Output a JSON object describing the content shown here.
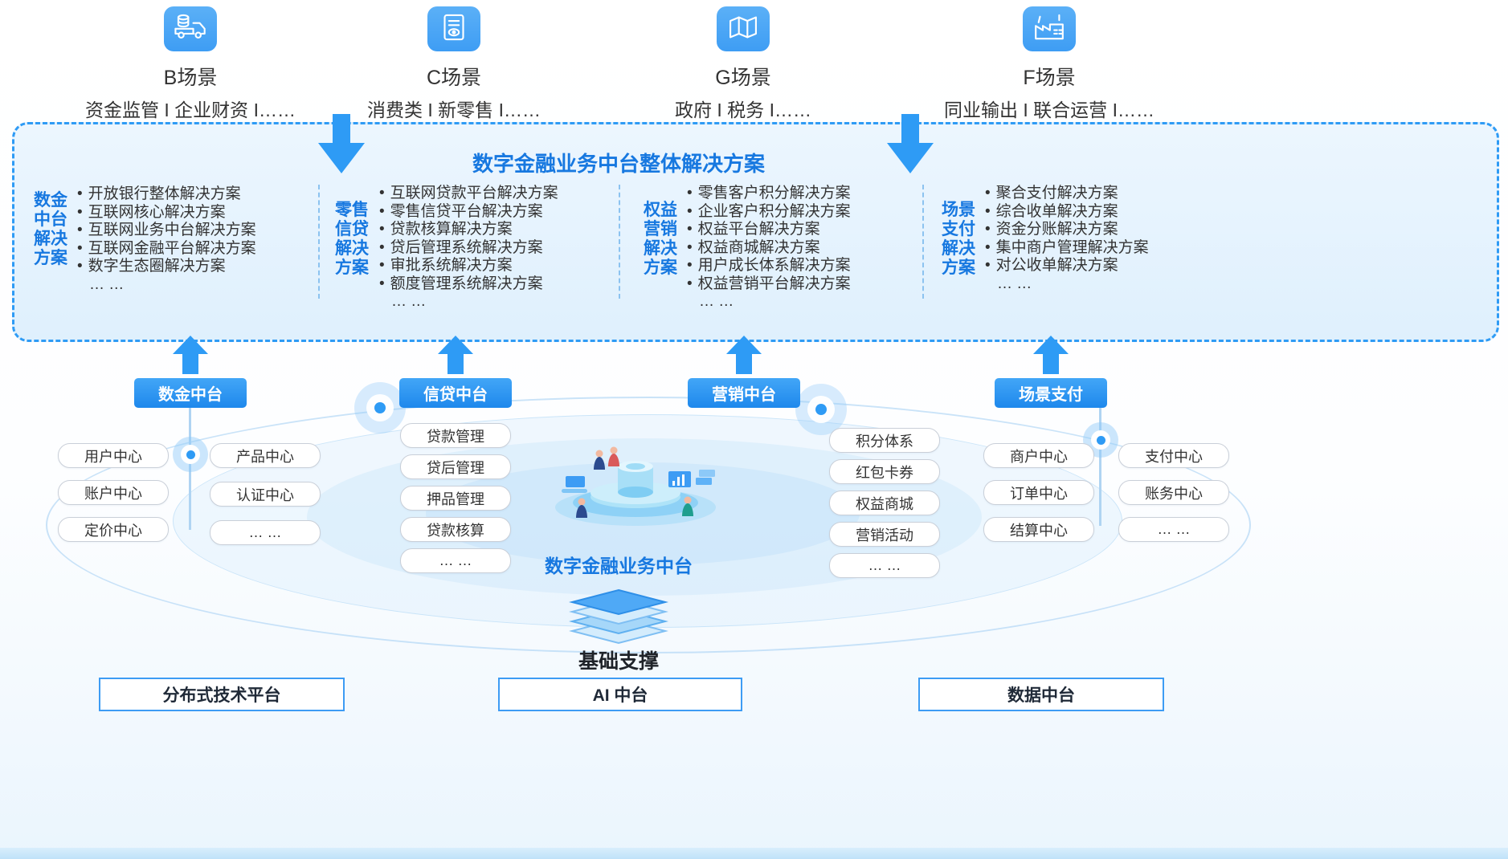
{
  "colors": {
    "primary": "#1778E0",
    "accent": "#2E9BF5",
    "tile": "#4AA4F5"
  },
  "scenarios": [
    {
      "title": "B场景",
      "subtitle": "资金监管 I 企业财资 I……"
    },
    {
      "title": "C场景",
      "subtitle": "消费类 I 新零售 I……"
    },
    {
      "title": "G场景",
      "subtitle": "政府 I 税务 I……"
    },
    {
      "title": "F场景",
      "subtitle": "同业输出 I 联合运营 I……"
    }
  ],
  "solution_box": {
    "title": "数字金融业务中台整体解决方案",
    "columns": [
      {
        "label": "数金\n中台\n解决\n方案",
        "items": [
          "开放银行整体解决方案",
          "互联网核心解决方案",
          "互联网业务中台解决方案",
          "互联网金融平台解决方案",
          "数字生态圈解决方案"
        ],
        "more": "… …"
      },
      {
        "label": "零售\n信贷\n解决\n方案",
        "items": [
          "互联网贷款平台解决方案",
          "零售信贷平台解决方案",
          "贷款核算解决方案",
          "贷后管理系统解决方案",
          "审批系统解决方案",
          "额度管理系统解决方案"
        ],
        "more": "… …"
      },
      {
        "label": "权益\n营销\n解决\n方案",
        "items": [
          "零售客户积分解决方案",
          "企业客户积分解决方案",
          "权益平台解决方案",
          "权益商城解决方案",
          "用户成长体系解决方案",
          "权益营销平台解决方案"
        ],
        "more": "… …"
      },
      {
        "label": "场景\n支付\n解决\n方案",
        "items": [
          "聚合支付解决方案",
          "综合收单解决方案",
          "资金分账解决方案",
          "集中商户管理解决方案",
          "对公收单解决方案"
        ],
        "more": "… …"
      }
    ]
  },
  "platform_tags": [
    "数金中台",
    "信贷中台",
    "营销中台",
    "场景支付"
  ],
  "middle": {
    "center_label": "数字金融业务中台",
    "shujin_left": [
      "用户中心",
      "账户中心",
      "定价中心"
    ],
    "shujin_right": [
      "产品中心",
      "认证中心",
      "… …"
    ],
    "xindai": [
      "贷款管理",
      "贷后管理",
      "押品管理",
      "贷款核算",
      "… …"
    ],
    "yingxiao": [
      "积分体系",
      "红包卡券",
      "权益商城",
      "营销活动",
      "… …"
    ],
    "payment_left": [
      "商户中心",
      "订单中心",
      "结算中心"
    ],
    "payment_right": [
      "支付中心",
      "账务中心",
      "… …"
    ]
  },
  "foundation": {
    "label": "基础支撑",
    "boxes": [
      "分布式技术平台",
      "AI 中台",
      "数据中台"
    ]
  }
}
